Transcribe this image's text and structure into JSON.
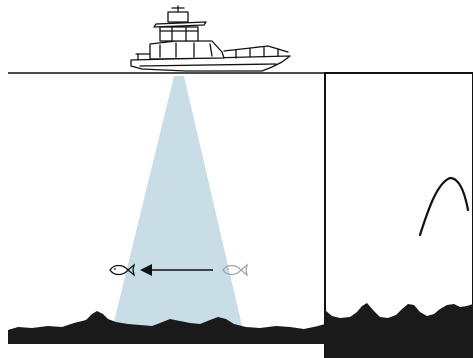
{
  "diagram": {
    "subject": "sonar-fish-arch",
    "colors": {
      "ink": "#111111",
      "hull": "#ffffff",
      "beam": "#c9dde6",
      "screen_background": "#ffffff",
      "seabed": "#1a1a1a",
      "fish_echo_color": "#9aa6ad"
    },
    "elements": {
      "boat": {
        "icon": "sportfishing-boat-icon"
      },
      "beam": {
        "icon": "sonar-cone"
      },
      "fish_current": {
        "icon": "fish-outline-icon"
      },
      "fish_previous": {
        "icon": "fish-outline-icon"
      },
      "movement_arrow": {
        "icon": "left-arrow-icon"
      },
      "sonar_screen": {
        "icon": "sonar-display-panel"
      },
      "fish_arch": {
        "icon": "fish-arch-echo"
      }
    }
  }
}
